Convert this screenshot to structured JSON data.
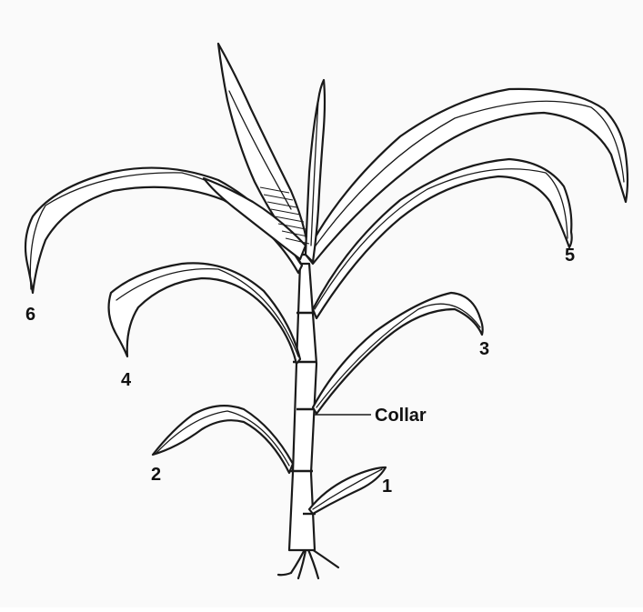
{
  "labels": {
    "leaf_1": "1",
    "leaf_2": "2",
    "leaf_3": "3",
    "leaf_4": "4",
    "leaf_5": "5",
    "leaf_6": "6",
    "collar": "Collar"
  }
}
